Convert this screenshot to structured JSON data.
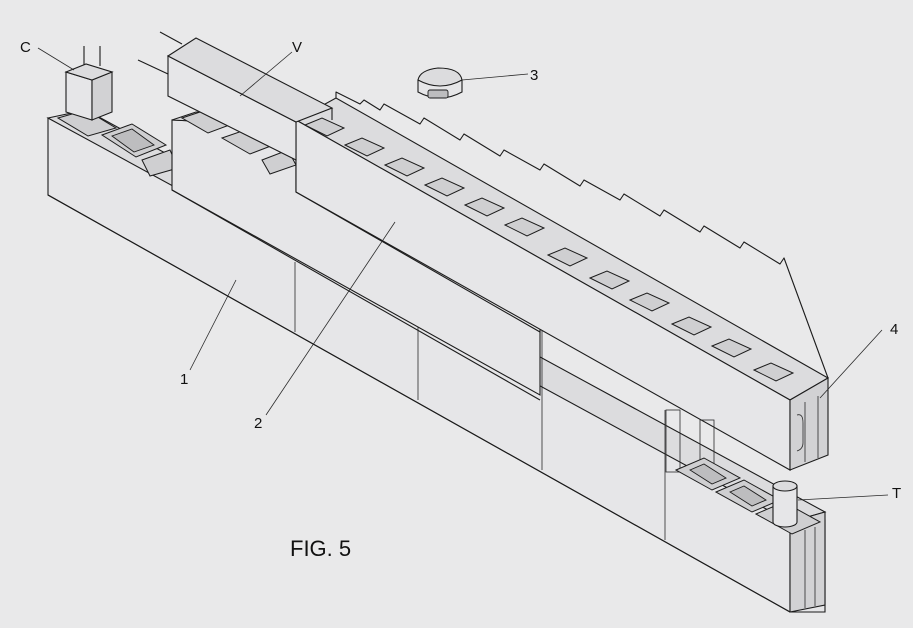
{
  "labels": {
    "c": "C",
    "v": "V",
    "n3": "3",
    "n4": "4",
    "n1": "1",
    "n2": "2",
    "t": "T"
  },
  "caption": "FIG. 5"
}
